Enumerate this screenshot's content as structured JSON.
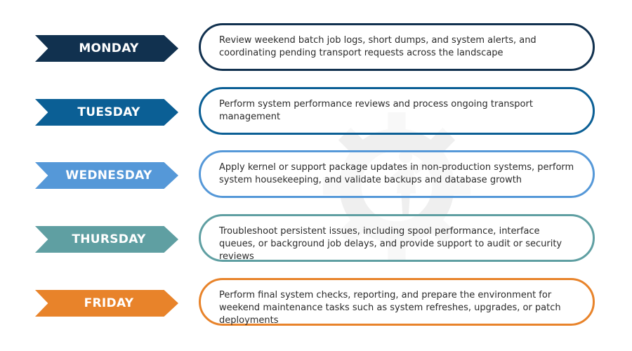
{
  "colors": {
    "monday": "#11314f",
    "tuesday": "#0b5f95",
    "wednesday": "#5598d8",
    "thursday": "#5f9fa2",
    "friday": "#e8832a",
    "watermark": "#8a8a8a"
  },
  "watermark": {
    "icon": "gear-with-figure-icon"
  },
  "days": [
    {
      "label": "MONDAY",
      "description": "Review weekend batch job logs, short dumps, and system alerts, and coordinating pending transport requests across the landscape"
    },
    {
      "label": "TUESDAY",
      "description": "Perform system performance reviews and process ongoing transport management"
    },
    {
      "label": "WEDNESDAY",
      "description": "Apply kernel or support package updates in non-production systems, perform system housekeeping, and validate backups and database growth"
    },
    {
      "label": "THURSDAY",
      "description": "Troubleshoot persistent issues, including spool performance, interface queues, or background job delays, and provide support to audit or security reviews"
    },
    {
      "label": "FRIDAY",
      "description": "Perform final system checks, reporting, and prepare the environment for weekend maintenance tasks such as system refreshes, upgrades, or patch deployments"
    }
  ]
}
